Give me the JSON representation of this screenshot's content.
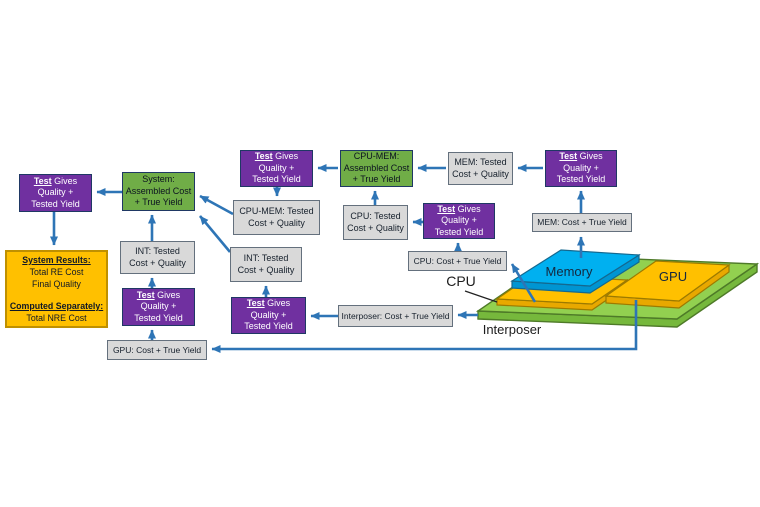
{
  "diagram": {
    "test_box": {
      "term": "Test",
      "term_suffix": " Gives",
      "line2": "Quality +",
      "line3": "Tested Yield"
    },
    "system_box": {
      "line1": "System:",
      "line2": "Assembled Cost",
      "line3": "+ True Yield"
    },
    "cpu_mem_box": {
      "line1": "CPU-MEM:",
      "line2": "Assembled Cost",
      "line3": "+ True Yield"
    },
    "results_box": {
      "header1": "System Results:",
      "line1": "Total RE Cost",
      "line2": "Final Quality",
      "header2": "Computed Separately:",
      "line3": "Total NRE Cost"
    },
    "tested_boxes": {
      "cpu_mem": {
        "line1": "CPU-MEM: Tested",
        "line2": "Cost + Quality"
      },
      "cpu": {
        "line1": "CPU: Tested",
        "line2": "Cost + Quality"
      },
      "mem": {
        "line1": "MEM: Tested",
        "line2": "Cost + Quality"
      },
      "int_left": {
        "line1": "INT: Tested",
        "line2": "Cost + Quality"
      },
      "int_mid": {
        "line1": "INT: Tested",
        "line2": "Cost + Quality"
      }
    },
    "cost_boxes": {
      "mem": "MEM: Cost + True Yield",
      "cpu": "CPU: Cost + True Yield",
      "interposer": "Interposer: Cost + True Yield",
      "gpu": "GPU: Cost + True Yield"
    },
    "chip_labels": {
      "memory": "Memory",
      "gpu": "GPU",
      "cpu": "CPU",
      "interposer": "Interposer"
    },
    "colors": {
      "test_purple": "#7030A0",
      "assembled_green": "#70AD47",
      "box_gray": "#D9D9D9",
      "results_gold": "#FFC000",
      "arrow_blue": "#2E75B6",
      "memory_cyan": "#00B0F0",
      "die_yellow": "#FFC000",
      "interposer_green": "#92D050",
      "border_navy": "#1F3864"
    }
  }
}
